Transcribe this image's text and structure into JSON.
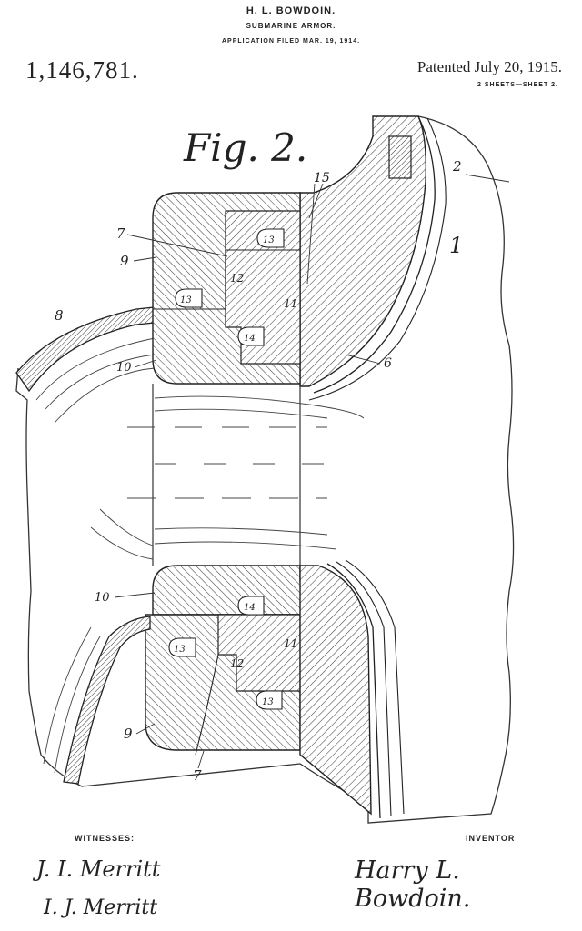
{
  "header": {
    "inventor_name": "H. L. BOWDOIN.",
    "title": "SUBMARINE ARMOR.",
    "filed": "APPLICATION FILED MAR. 19, 1914.",
    "patent_number": "1,146,781.",
    "patented": "Patented July 20, 1915.",
    "sheets": "2 SHEETS—SHEET 2."
  },
  "figure": {
    "title": "Fig. 2.",
    "labels": {
      "l1": "1",
      "l2": "2",
      "l6": "6",
      "l7a": "7",
      "l7b": "7",
      "l8": "8",
      "l9a": "9",
      "l9b": "9",
      "l10a": "10",
      "l10b": "10",
      "l11a": "11",
      "l11b": "11",
      "l12a": "12",
      "l12b": "12",
      "l13a": "13",
      "l13b": "13",
      "l13c": "13",
      "l13d": "13",
      "l14a": "14",
      "l14b": "14",
      "l15": "15"
    }
  },
  "footer": {
    "witnesses_label": "WITNESSES:",
    "inventor_label": "INVENTOR",
    "witness_1": "J. I. Merritt",
    "witness_2": "I. J. Merritt",
    "inventor_signature": "Harry L. Bowdoin."
  }
}
